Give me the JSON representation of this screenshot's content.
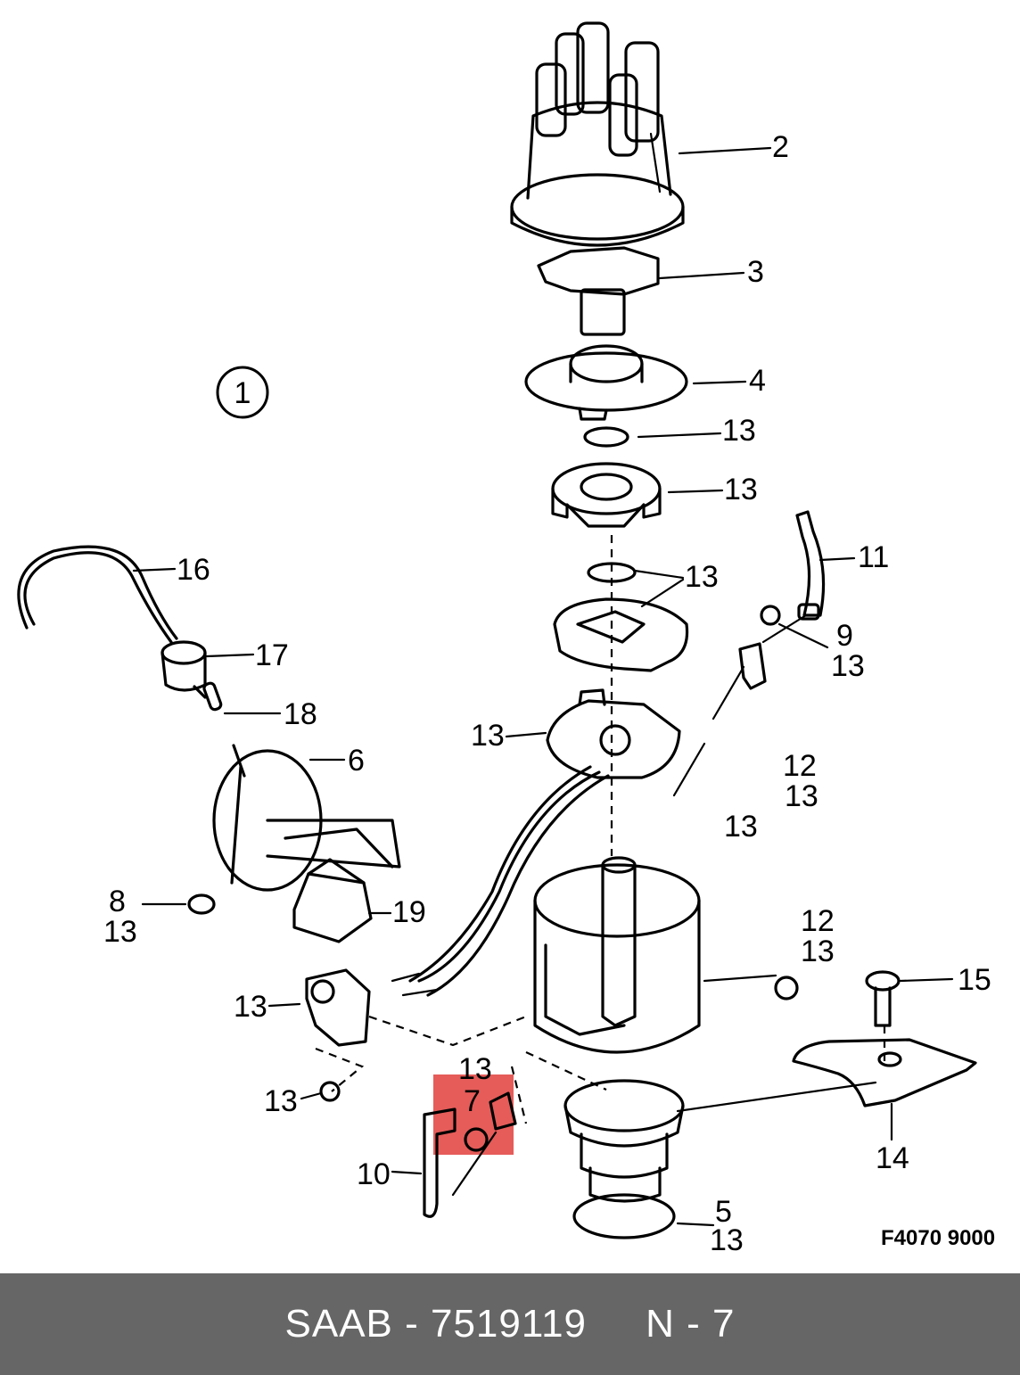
{
  "diagram": {
    "group_number": "1",
    "figure_code": "F4070 9000",
    "highlight_color": "#e0403c",
    "labels": {
      "l2": "2",
      "l3": "3",
      "l4": "4",
      "l13a": "13",
      "l13b": "13",
      "l13c": "13",
      "l11": "11",
      "l9": "9",
      "l9b": "13",
      "l16": "16",
      "l17": "17",
      "l18": "18",
      "l13d": "13",
      "l6": "6",
      "l12a": "12",
      "l12a2": "13",
      "l13e": "13",
      "l8": "8",
      "l8b": "13",
      "l19": "19",
      "l12b": "12",
      "l12b2": "13",
      "l13f": "13",
      "l15": "15",
      "l13g": "13",
      "l7": "7",
      "l13h": "13",
      "l10": "10",
      "l14": "14",
      "l5": "5",
      "l5b": "13"
    }
  },
  "footer": {
    "text": "SAAB - 7519119     N - 7",
    "background": "#666666"
  }
}
